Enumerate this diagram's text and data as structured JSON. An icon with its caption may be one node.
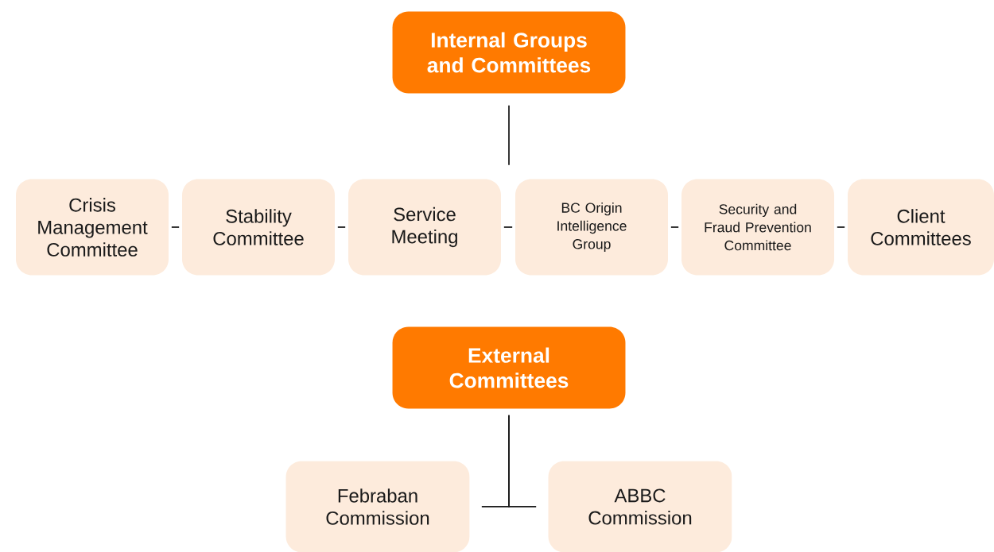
{
  "diagram": {
    "nodes": [
      {
        "text": [
          "Internal Groups and Committees"
        ]
      },
      {
        "text": [
          "Crisis Management Committee"
        ]
      },
      {
        "text": [
          "Stability Committee"
        ]
      },
      {
        "text": [
          "Service Meeting"
        ]
      },
      {
        "text": [
          "BC Origin Intelligence Group"
        ]
      },
      {
        "text": [
          "Security and Fraud Prevention Committee"
        ]
      },
      {
        "text": [
          "Client Committees"
        ]
      },
      {
        "text": [
          "External Committees"
        ]
      },
      {
        "text": [
          "Febraban Commission"
        ]
      },
      {
        "text": [
          "ABBC Commission"
        ]
      }
    ],
    "edges": [
      {
        "from": 0,
        "to": null,
        "arrow": "none"
      },
      {
        "from": 1,
        "to": 2,
        "arrow": "none"
      },
      {
        "from": 2,
        "to": 3,
        "arrow": "none"
      },
      {
        "from": 3,
        "to": 4,
        "arrow": "none"
      },
      {
        "from": 4,
        "to": 5,
        "arrow": "none"
      },
      {
        "from": 5,
        "to": 6,
        "arrow": "none"
      },
      {
        "from": 7,
        "to": 8,
        "arrow": "none"
      },
      {
        "from": 7,
        "to": 9,
        "arrow": "none"
      }
    ]
  }
}
